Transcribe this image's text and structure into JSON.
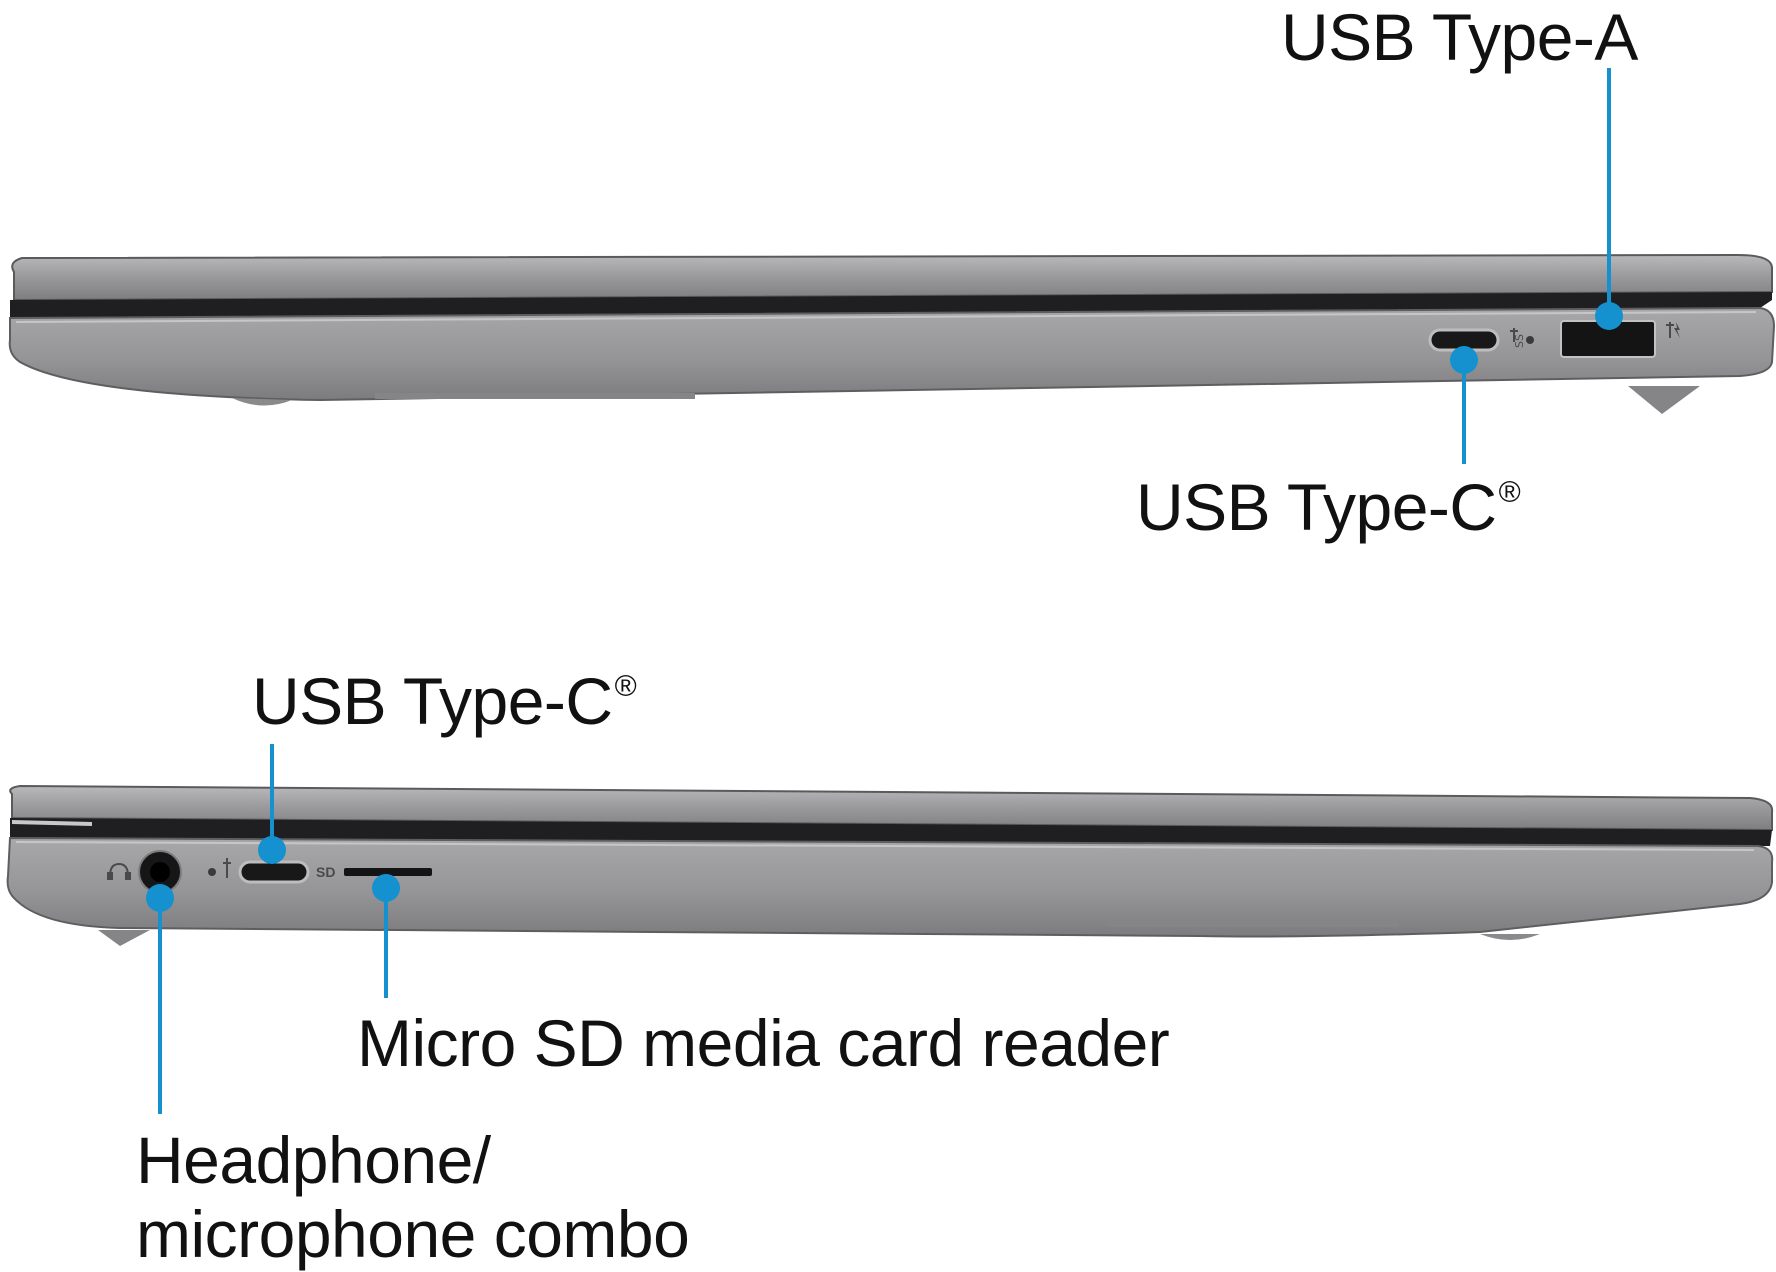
{
  "labels": {
    "usb_type_a": "USB Type-A",
    "usb_type_c_right": "USB Type-C",
    "usb_type_c_left": "USB Type-C",
    "registered_mark": "®",
    "micro_sd": "Micro SD media card reader",
    "headphone_line1": "Headphone/",
    "headphone_line2": "microphone combo"
  },
  "port_markings": {
    "sd": "SD",
    "superspeed": "SS"
  },
  "colors": {
    "callout": "#1591d0",
    "chassis_light": "#a3a3a5",
    "chassis_mid": "#8e8e90",
    "chassis_dark": "#6a6a6c",
    "seam": "#1f1f21",
    "port": "#161616",
    "text": "#111111"
  }
}
